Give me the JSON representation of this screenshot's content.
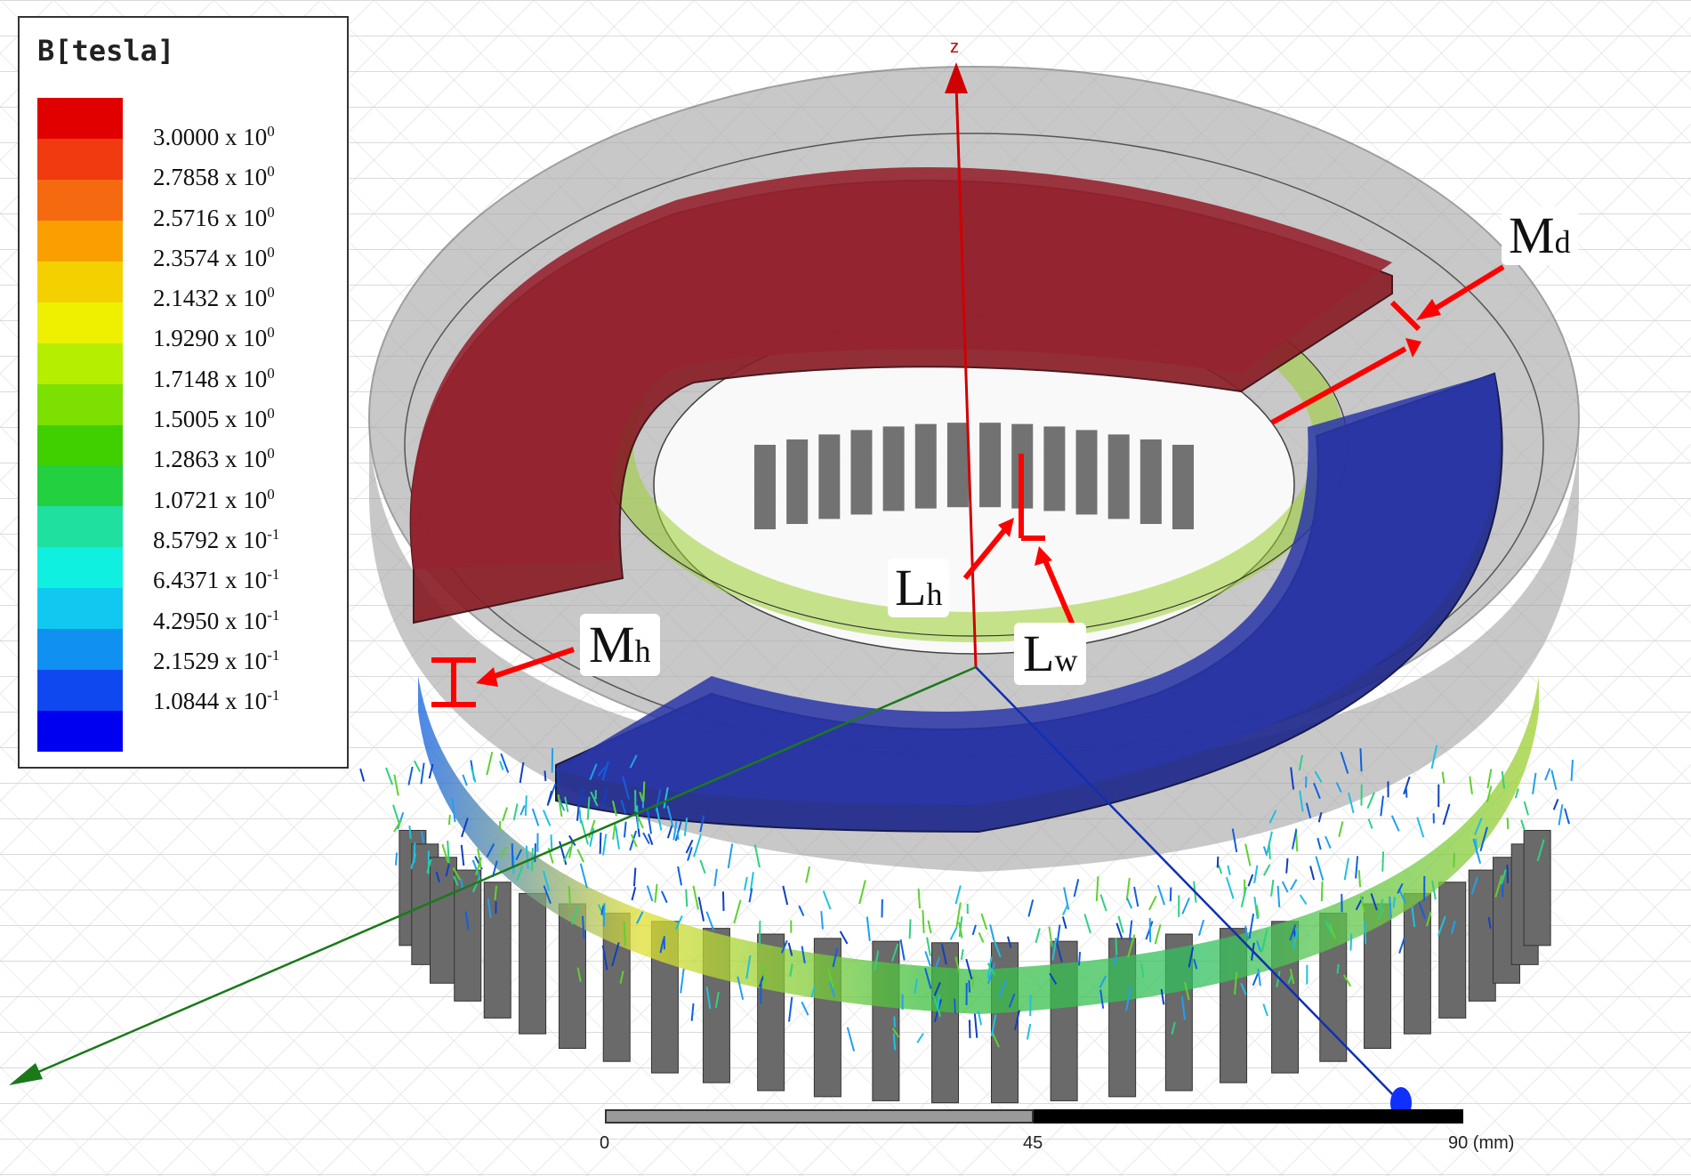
{
  "legend": {
    "title": "B[tesla]",
    "entries": [
      {
        "mantissa": "3.0000",
        "exponent": "0"
      },
      {
        "mantissa": "2.7858",
        "exponent": "0"
      },
      {
        "mantissa": "2.5716",
        "exponent": "0"
      },
      {
        "mantissa": "2.3574",
        "exponent": "0"
      },
      {
        "mantissa": "2.1432",
        "exponent": "0"
      },
      {
        "mantissa": "1.9290",
        "exponent": "0"
      },
      {
        "mantissa": "1.7148",
        "exponent": "0"
      },
      {
        "mantissa": "1.5005",
        "exponent": "0"
      },
      {
        "mantissa": "1.2863",
        "exponent": "0"
      },
      {
        "mantissa": "1.0721",
        "exponent": "0"
      },
      {
        "mantissa": "8.5792",
        "exponent": "-1"
      },
      {
        "mantissa": "6.4371",
        "exponent": "-1"
      },
      {
        "mantissa": "4.2950",
        "exponent": "-1"
      },
      {
        "mantissa": "2.1529",
        "exponent": "-1"
      },
      {
        "mantissa": "1.0844",
        "exponent": "-1"
      }
    ],
    "times": "x 10",
    "colors": [
      "#e00000",
      "#f03a10",
      "#f56a10",
      "#f9a000",
      "#f4d000",
      "#eef000",
      "#b6ee00",
      "#7ce000",
      "#40d000",
      "#22d040",
      "#20e0a0",
      "#10f0e0",
      "#10c8f0",
      "#1090f0",
      "#1048f0",
      "#0000f0"
    ]
  },
  "callouts": {
    "md": {
      "main": "M",
      "sub": "d"
    },
    "mh": {
      "main": "M",
      "sub": "h"
    },
    "lh": {
      "main": "L",
      "sub": "h"
    },
    "lw": {
      "main": "L",
      "sub": "w"
    }
  },
  "axis": {
    "z_label": "z"
  },
  "scale_bar": {
    "labels": [
      "0",
      "45",
      "90 (mm)"
    ]
  },
  "colors": {
    "north_magnet": "#8a1e26",
    "south_magnet": "#202a8c",
    "housing": "#a7a7a7",
    "annotation": "#ff0000",
    "z_axis": "#d00000",
    "x_axis": "#1a7a1a",
    "y_axis": "#1030b0"
  }
}
